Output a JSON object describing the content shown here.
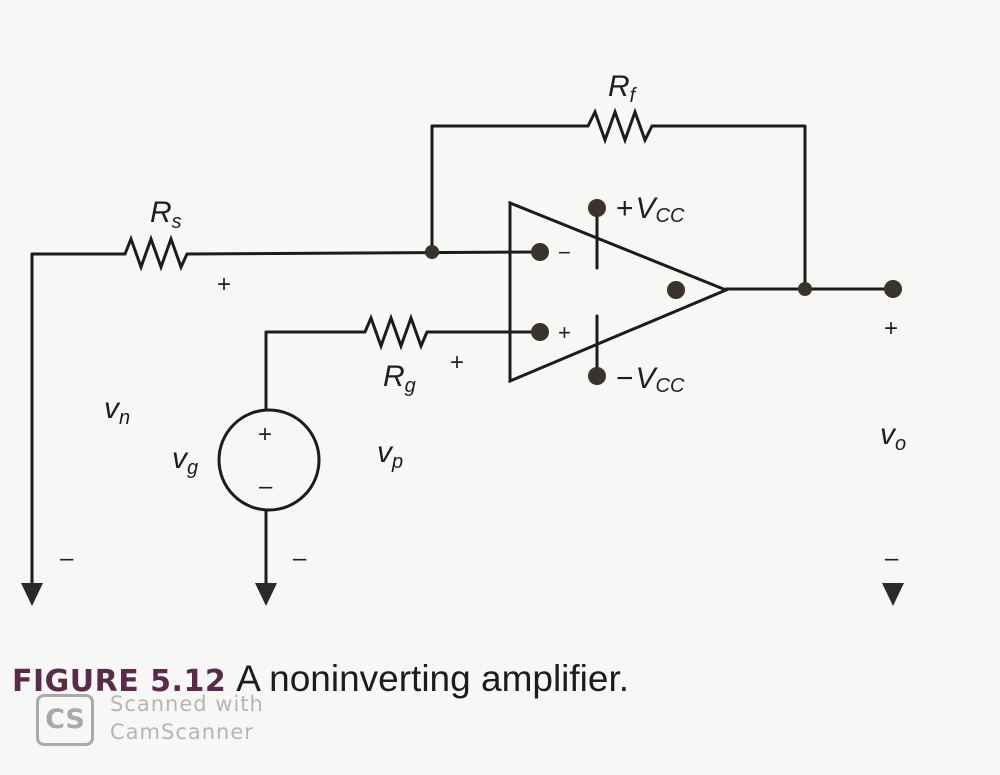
{
  "labels": {
    "rf": {
      "main": "R",
      "sub": "f"
    },
    "rs": {
      "main": "R",
      "sub": "s"
    },
    "rg": {
      "main": "R",
      "sub": "g"
    },
    "vcc_pos": {
      "sign": "+",
      "main": "V",
      "sub": "CC"
    },
    "vcc_neg": {
      "sign": "−",
      "main": "V",
      "sub": "CC"
    },
    "vn": {
      "main": "v",
      "sub": "n"
    },
    "vp": {
      "main": "v",
      "sub": "p"
    },
    "vg": {
      "main": "v",
      "sub": "g"
    },
    "vo": {
      "main": "v",
      "sub": "o"
    }
  },
  "signs": {
    "plus": "+",
    "minus": "−",
    "dash": "–"
  },
  "caption": {
    "figure_number": "FIGURE 5.12",
    "text": "A noninverting amplifier."
  },
  "watermark": {
    "badge": "CS",
    "line1": "Scanned with",
    "line2": "CamScanner"
  }
}
